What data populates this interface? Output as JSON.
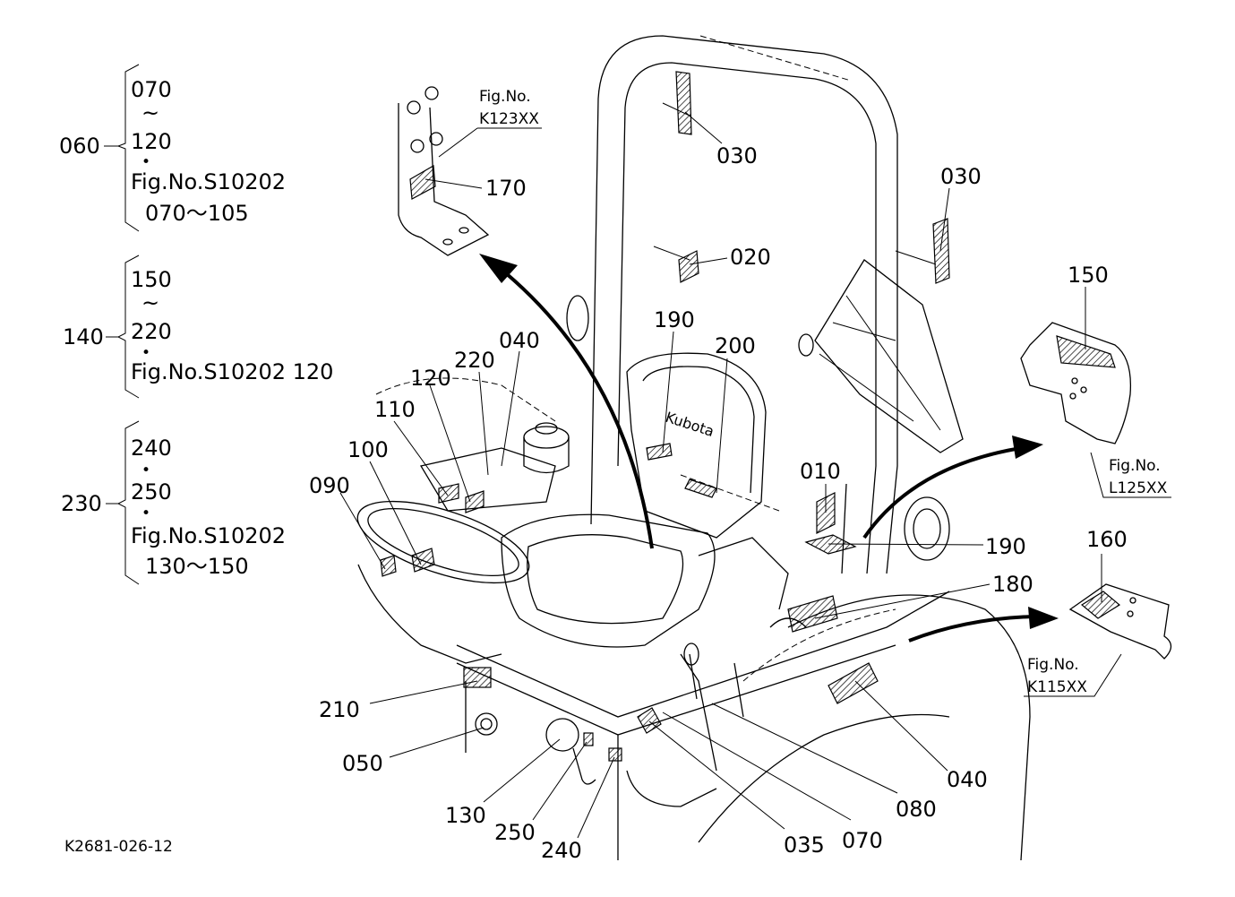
{
  "groups": [
    {
      "group": "060",
      "lines": [
        "070",
        "~",
        "120",
        "•",
        "Fig.No.S10202",
        "070～105"
      ]
    },
    {
      "group": "140",
      "lines": [
        "150",
        "~",
        "220",
        "•",
        "Fig.No.S10202  120"
      ]
    },
    {
      "group": "230",
      "lines": [
        "240",
        "•",
        "250",
        "•",
        "Fig.No.S10202",
        "130～150"
      ]
    }
  ],
  "fig_refs": {
    "k123": {
      "line1": "Fig.No.",
      "line2": "K123XX"
    },
    "l125": {
      "line1": "Fig.No.",
      "line2": "L125XX"
    },
    "k115": {
      "line1": "Fig.No.",
      "line2": "K115XX"
    }
  },
  "callouts": {
    "c030a": "030",
    "c030b": "030",
    "c170": "170",
    "c020": "020",
    "c190a": "190",
    "c200": "200",
    "c150": "150",
    "c040a": "040",
    "c220": "220",
    "c120": "120",
    "c110": "110",
    "c100": "100",
    "c010": "010",
    "c090": "090",
    "c190b": "190",
    "c160": "160",
    "c180": "180",
    "c210": "210",
    "c050": "050",
    "c130": "130",
    "c250": "250",
    "c240": "240",
    "c035": "035",
    "c070": "070",
    "c080": "080",
    "c040b": "040"
  },
  "seat_brand": "Kubota",
  "drawing_code": "K2681-026-12"
}
